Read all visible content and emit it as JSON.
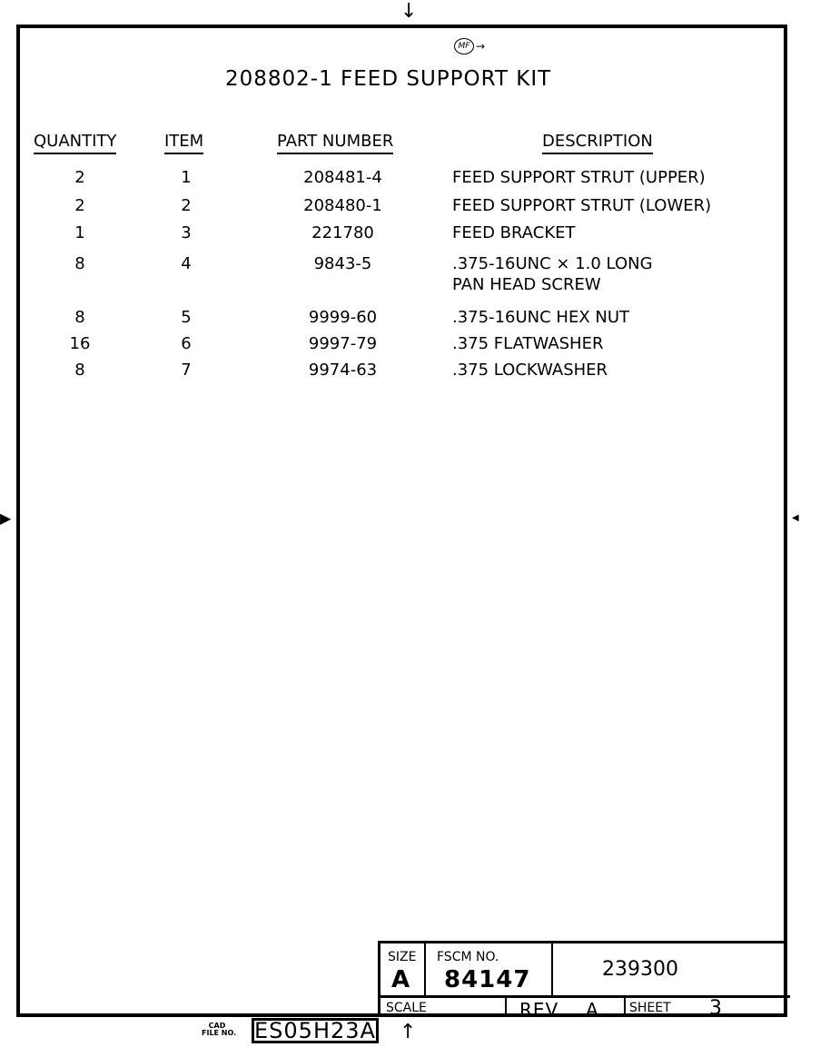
{
  "title": "208802-1 FEED SUPPORT KIT",
  "logo_text": "MF",
  "headers": {
    "quantity": "QUANTITY",
    "item": "ITEM",
    "part_number": "PART NUMBER",
    "description": "DESCRIPTION"
  },
  "rows": [
    {
      "quantity": "2",
      "item": "1",
      "part_number": "208481-4",
      "description": "FEED SUPPORT STRUT (UPPER)",
      "description_2": ""
    },
    {
      "quantity": "2",
      "item": "2",
      "part_number": "208480-1",
      "description": "FEED SUPPORT STRUT (LOWER)",
      "description_2": ""
    },
    {
      "quantity": "1",
      "item": "3",
      "part_number": "221780",
      "description": "FEED BRACKET",
      "description_2": ""
    },
    {
      "quantity": "8",
      "item": "4",
      "part_number": "9843-5",
      "description": ".375-16UNC × 1.0 LONG",
      "description_2": "PAN HEAD SCREW"
    },
    {
      "quantity": "8",
      "item": "5",
      "part_number": "9999-60",
      "description": ".375-16UNC HEX NUT",
      "description_2": ""
    },
    {
      "quantity": "16",
      "item": "6",
      "part_number": "9997-79",
      "description": ".375 FLATWASHER",
      "description_2": ""
    },
    {
      "quantity": "8",
      "item": "7",
      "part_number": "9974-63",
      "description": ".375 LOCKWASHER",
      "description_2": ""
    }
  ],
  "title_block": {
    "size_label": "SIZE",
    "size_value": "A",
    "fscm_label": "FSCM NO.",
    "fscm_value": "84147",
    "drawing_number": "239300",
    "scale_label": "SCALE",
    "scale_value": "",
    "rev_label": "REV",
    "rev_value": "A",
    "sheet_label": "SHEET",
    "sheet_value": "3"
  },
  "cad_file": {
    "label_top": "CAD",
    "label_bottom": "FILE NO.",
    "value": "ES05H23A"
  }
}
